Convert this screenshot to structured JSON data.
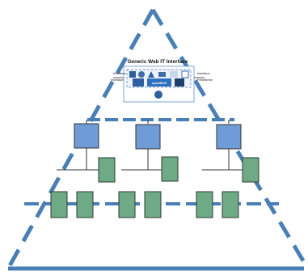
{
  "interface": {
    "title": "Generic Web IT Interface",
    "left_label_top": "Interface",
    "left_label_bottom": "Interface",
    "right_label_top": "Interface",
    "right_label_bottom": "Feldebene",
    "tile_text": "openBOS"
  },
  "icons": [
    "interface-icon-1",
    "interface-icon-2",
    "interface-icon-3",
    "interface-icon-4",
    "interface-icon-5",
    "interface-icon-6",
    "interface-icon-7",
    "interface-icon-8",
    "interface-icon-9"
  ],
  "colors": {
    "pyramid_outline": "#4a7fb5",
    "controller_fill": "#6f9bd6",
    "device_fill": "#6faa86",
    "device_stroke": "#2f3b33",
    "bus": "#4a7fb5",
    "interface_border": "#7ea6d8"
  }
}
